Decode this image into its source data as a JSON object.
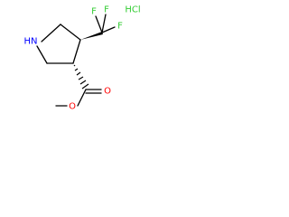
{
  "molecule": {
    "atoms": {
      "nh": "HN",
      "f_top": "F",
      "f_left": "F",
      "f_right": "F",
      "o_carbonyl": "O",
      "o_ester": "O",
      "hcl": "HCl"
    },
    "stereo": {
      "cf3_bond": "wedge",
      "ester_bond": "hash"
    }
  },
  "colors": {
    "bond": "#000000",
    "nitrogen": "#0000ff",
    "oxygen": "#ff0000",
    "fluorine": "#33cc33",
    "chlorine": "#33cc33"
  }
}
